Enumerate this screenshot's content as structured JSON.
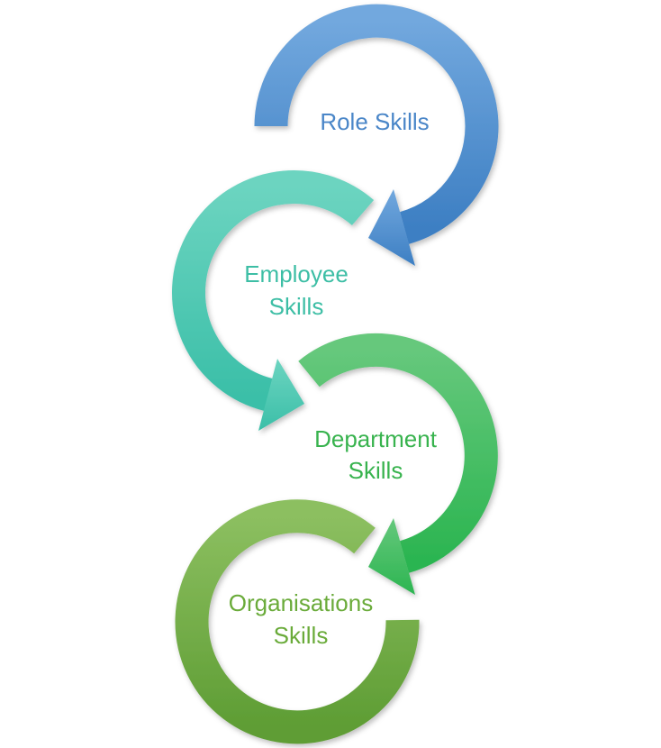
{
  "stages": [
    {
      "line1": "Role Skills",
      "line2": "",
      "color_top": "#72a8de",
      "color_bottom": "#3d7fc3",
      "text_color": "#4a86c8"
    },
    {
      "line1": "Employee",
      "line2": "Skills",
      "color_top": "#6cd4c0",
      "color_bottom": "#3bbfa8",
      "text_color": "#3dbea5"
    },
    {
      "line1": "Department",
      "line2": "Skills",
      "color_top": "#66c87c",
      "color_bottom": "#2cb551",
      "text_color": "#38b34e"
    },
    {
      "line1": "Organisations",
      "line2": "Skills",
      "color_top": "#8cbf60",
      "color_bottom": "#5e9d34",
      "text_color": "#6aab3a"
    }
  ]
}
